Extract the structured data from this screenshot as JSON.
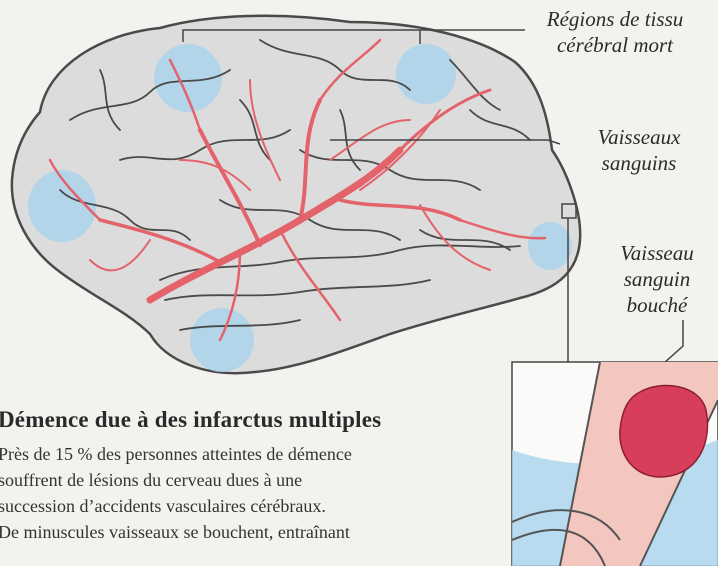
{
  "labels": {
    "dead_tissue": [
      "Régions de tissu",
      "cérébral mort"
    ],
    "vessels": [
      "Vaisseaux",
      "sanguins"
    ],
    "blocked": [
      "Vaisseau",
      "sanguin",
      "bouché"
    ]
  },
  "text": {
    "title": "Démence due à des infarctus multiples",
    "lines": [
      "Près de 15 % des personnes atteintes de démence",
      "souffrent de lésions du cerveau dues à une",
      "succession d’accidents vasculaires cérébraux.",
      "De minuscules vaisseaux se bouchent, entraînant"
    ]
  },
  "colors": {
    "brain": "#dcdcdc",
    "outline": "#4a4a4a",
    "vessel": "#e4626a",
    "dead_tissue": "#a9d3ee",
    "clot": "#d83e5b"
  }
}
